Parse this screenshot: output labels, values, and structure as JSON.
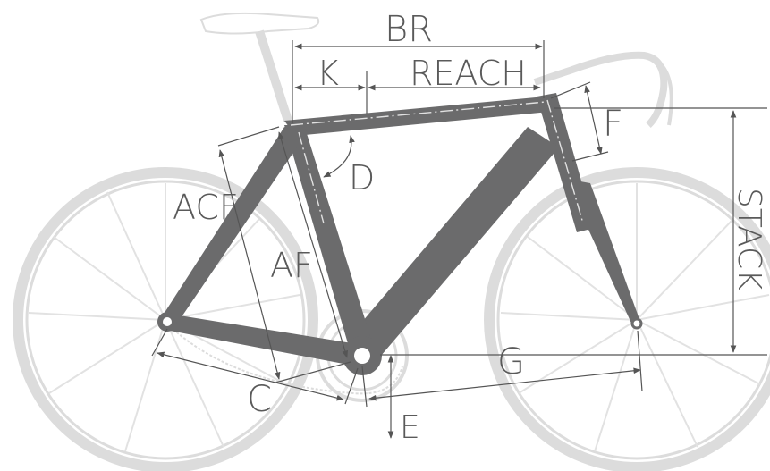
{
  "diagram": {
    "labels": {
      "br": "BR",
      "k": "K",
      "reach": "REACH",
      "f": "F",
      "d": "D",
      "acf": "ACF",
      "af": "AF",
      "stack": "STACK",
      "g": "G",
      "c": "C",
      "e": "E"
    }
  }
}
